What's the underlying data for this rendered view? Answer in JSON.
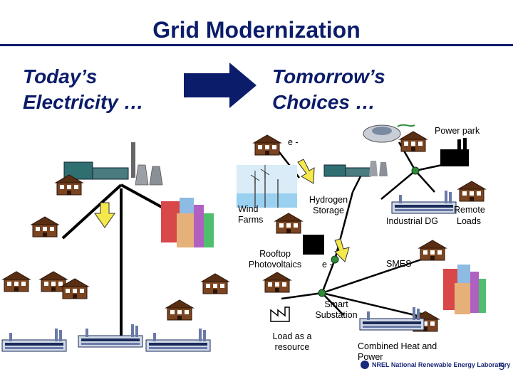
{
  "slide": {
    "title": "Grid Modernization",
    "today_line1": "Today’s",
    "today_line2": "Electricity …",
    "tomorrow_line1": "Tomorrow’s",
    "tomorrow_line2": "Choices …",
    "page_number": "5"
  },
  "labels": {
    "power_park": "Power park",
    "e_top": "e -",
    "wind_farms_1": "Wind",
    "wind_farms_2": "Farms",
    "hydrogen_1": "Hydrogen",
    "hydrogen_2": "Storage",
    "remote_1": "Remote",
    "industrial_dg": "Industrial DG",
    "remote_2": "Loads",
    "rooftop_1": "Rooftop",
    "rooftop_2": "Photovoltaics",
    "e_mid": "e -",
    "smes": "SMES",
    "smart_1": "Smart",
    "smart_2": "Substation",
    "load_1": "Load as a",
    "load_2": "resource",
    "chp_1": "Combined Heat and",
    "chp_2": "Power"
  },
  "footer": {
    "logo_text": "NREL National Renewable Energy Laboratory"
  },
  "colors": {
    "title": "#0b1c6a",
    "arrow": "#0b1c6a",
    "grid_line": "#000000",
    "node": "#2e8b3a",
    "yellow_arrow": "#f5e84a",
    "house": "#6b3a1a"
  }
}
